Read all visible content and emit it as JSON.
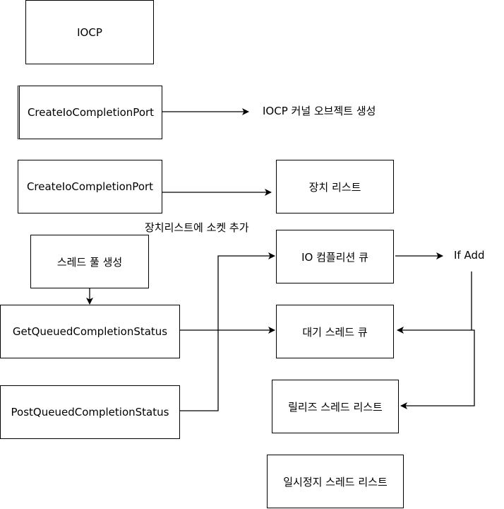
{
  "nodes": {
    "iocp": "IOCP",
    "create_port_1": "CreateIoCompletionPort",
    "create_port_2": "CreateIoCompletionPort",
    "device_list": "장치 리스트",
    "thread_pool": "스레드 풀 생성",
    "io_completion_queue": "IO 컴플리션 큐",
    "get_queued": "GetQueuedCompletionStatus",
    "wait_thread_queue": "대기 스레드 큐",
    "post_queued": "PostQueuedCompletionStatus",
    "release_thread_list": "릴리즈 스레드 리스트",
    "paused_thread_list": "일시정지 스레드 리스트"
  },
  "labels": {
    "kernel_object": "IOCP 커널 오브젝트 생성",
    "add_socket": "장치리스트에 소켓 추가",
    "if_add": "If Add"
  }
}
